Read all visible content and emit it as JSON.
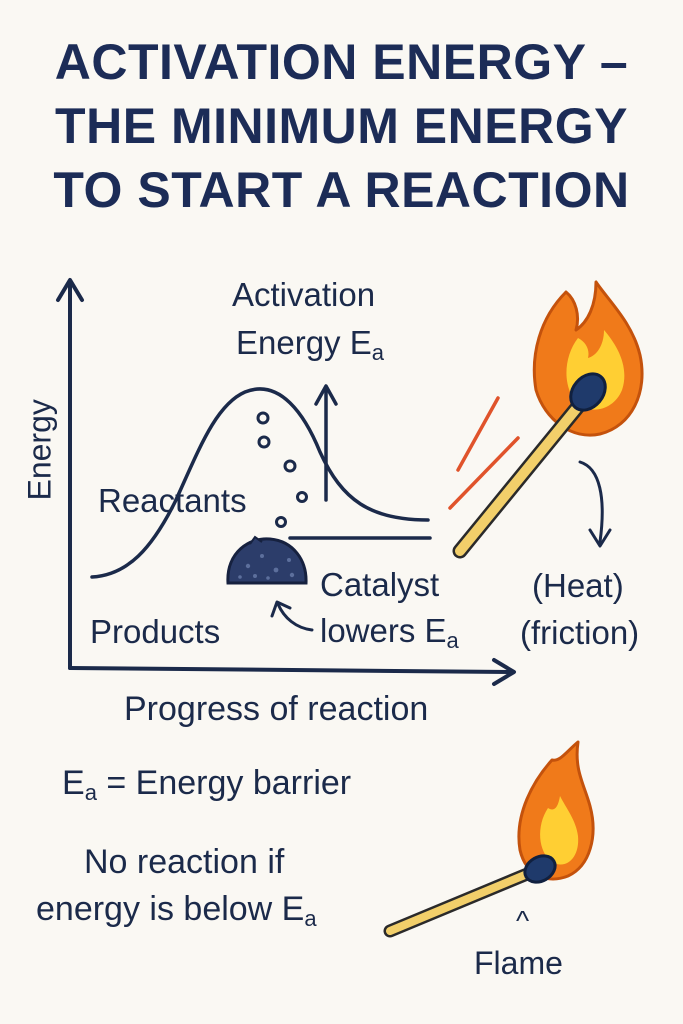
{
  "title_lines": [
    "ACTIVATION ENERGY –",
    "THE MINIMUM ENERGY",
    "TO START A REACTION"
  ],
  "labels": {
    "y_axis": "Energy",
    "x_axis": "Progress of reaction",
    "activation_line1": "Activation",
    "activation_line2": "Energy E",
    "subscript": "a",
    "reactants": "Reactants",
    "products": "Products",
    "catalyst_line1": "Catalyst",
    "catalyst_line2": "lowers E",
    "heat": "(Heat)",
    "friction": "(friction)",
    "barrier_prefix": "E",
    "barrier_text": " = Energy barrier",
    "no_reaction_line1": "No reaction if",
    "no_reaction_line2": "energy is below E",
    "flame_caret": "^",
    "flame": "Flame"
  },
  "colors": {
    "navy": "#1b2a4a",
    "flame_outer": "#f07a1a",
    "flame_inner": "#ffcf33",
    "match_stick": "#f2cf6a",
    "match_head": "#1f3a6b",
    "spark": "#e0532b"
  }
}
